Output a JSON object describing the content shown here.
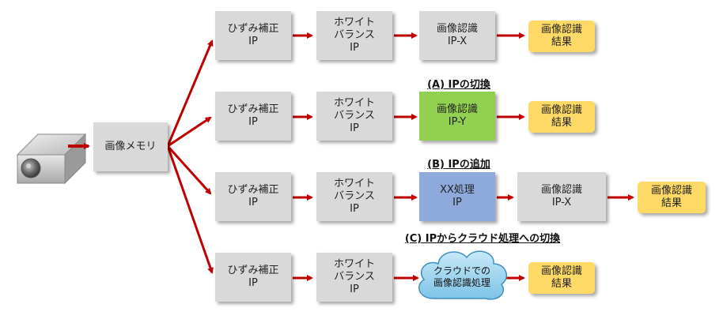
{
  "nodes": {
    "memory": "画像メモリ",
    "distortion": "ひずみ補正\nIP",
    "white_balance": "ホワイト\nバランス\nIP",
    "recog_x": "画像認識\nIP-X",
    "recog_y": "画像認識\nIP-Y",
    "xx_process": "XX処理\nIP",
    "result": "画像認識\n結果",
    "cloud": "クラウドでの\n画像認識処理"
  },
  "annotations": {
    "a": "(A) IPの切換",
    "b": "(B) IPの追加",
    "c": "(C) IPからクラウド処理への切換"
  },
  "colors": {
    "arrow": "#c00000",
    "process_box": "#d9d9d9",
    "switched_ip": "#92d050",
    "added_ip": "#8ea9db",
    "result_box": "#ffd966",
    "cloud": "#9dd3ef"
  },
  "icons": [
    "camera-icon",
    "cloud-icon"
  ]
}
